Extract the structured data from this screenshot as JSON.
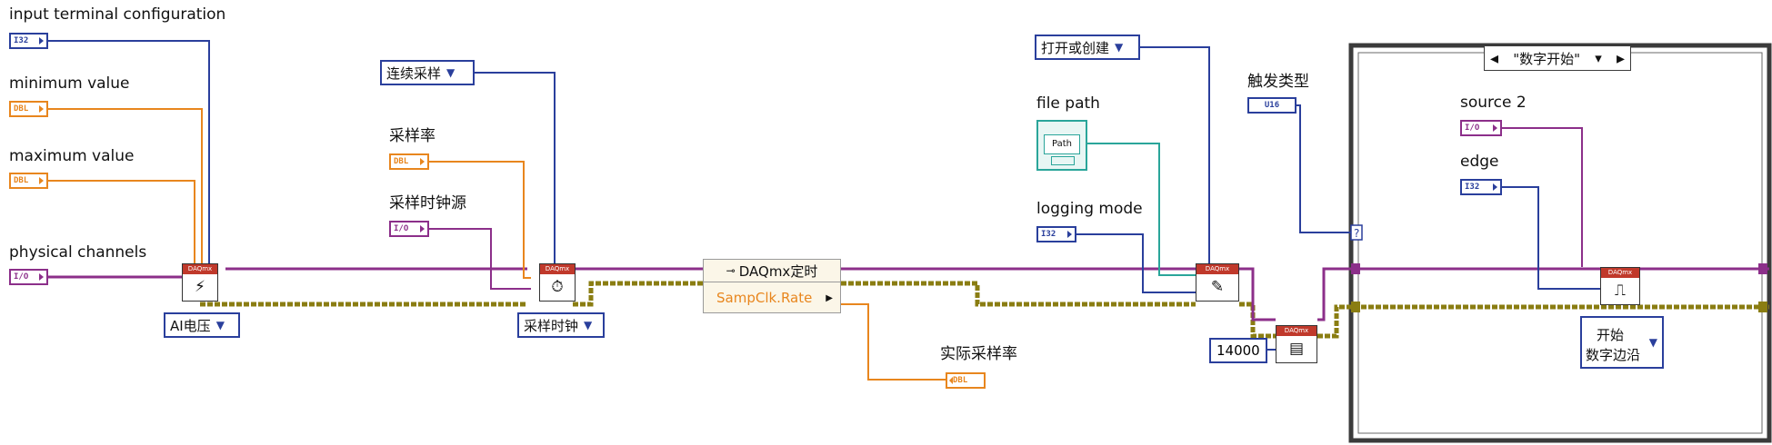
{
  "controls": {
    "input_terminal_configuration": {
      "label": "input terminal configuration",
      "type": "I32"
    },
    "minimum_value": {
      "label": "minimum value",
      "type": "DBL"
    },
    "maximum_value": {
      "label": "maximum value",
      "type": "DBL"
    },
    "physical_channels": {
      "label": "physical channels",
      "type": "I/O"
    },
    "sample_mode": {
      "value": "连续采样"
    },
    "sample_rate": {
      "label": "采样率",
      "type": "DBL"
    },
    "sample_clock_source": {
      "label": "采样时钟源",
      "type": "I/O"
    },
    "open_or_create": {
      "value": "打开或创建"
    },
    "file_path": {
      "label": "file path",
      "type": "Path"
    },
    "logging_mode": {
      "label": "logging mode",
      "type": "I32"
    },
    "trigger_type": {
      "label": "触发类型",
      "type": "U16"
    },
    "source_2": {
      "label": "source 2",
      "type": "I/O"
    },
    "edge": {
      "label": "edge",
      "type": "I32"
    }
  },
  "nodes": {
    "create_channel": {
      "header": "DAQmx",
      "selector": "AI电压"
    },
    "timing": {
      "header": "DAQmx",
      "selector": "采样时钟"
    },
    "property_node": {
      "title": "DAQmx定时",
      "property": "SampClk.Rate"
    },
    "configure_logging": {
      "header": "DAQmx"
    },
    "buffer": {
      "header": "DAQmx",
      "constant": "14000"
    },
    "start_trigger": {
      "header": "DAQmx",
      "selector_line1": "开始",
      "selector_line2": "数字边沿"
    }
  },
  "indicators": {
    "actual_sample_rate": {
      "label": "实际采样率",
      "type": "DBL"
    }
  },
  "case_structure": {
    "selector_value": "\"数字开始\"",
    "left_arrow": "◂",
    "right_arrow": "▸",
    "dropdown_arrow": "▾",
    "case_terminal": "?"
  },
  "wire_colors": {
    "int": "#2a3f9c",
    "dbl": "#e8861e",
    "io": "#8c2f8a",
    "path": "#2aa59a",
    "task": "#8c2f8a",
    "error": "#8a7d12"
  }
}
